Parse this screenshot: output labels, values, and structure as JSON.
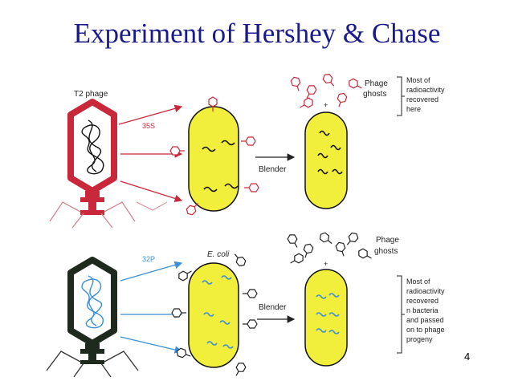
{
  "slide": {
    "title": "Experiment of Hershey & Chase",
    "page_number": "4"
  },
  "top_panel": {
    "phage_label": "T2 phage",
    "isotope_label": "35S",
    "blender_label": "Blender",
    "ghosts_label": [
      "Phage",
      "ghosts"
    ],
    "note_lines": [
      "Most of",
      "radioactivity",
      "recovered",
      "here"
    ]
  },
  "bottom_panel": {
    "isotope_label": "32P",
    "bacterium_label": "E. coli",
    "blender_label": "Blender",
    "ghosts_label": [
      "Phage",
      "ghosts"
    ],
    "note_lines": [
      "Most of",
      "radioactivity",
      "recovered",
      "n bacteria",
      "and passed",
      "on to phage",
      "progeny"
    ]
  },
  "colors": {
    "title": "#1a1a8c",
    "sulfur_red": "#c8283a",
    "phosphorus_blue": "#3a8fd8",
    "cell_yellow": "#f2ee3c",
    "phage_dark": "#1e2a1e"
  }
}
